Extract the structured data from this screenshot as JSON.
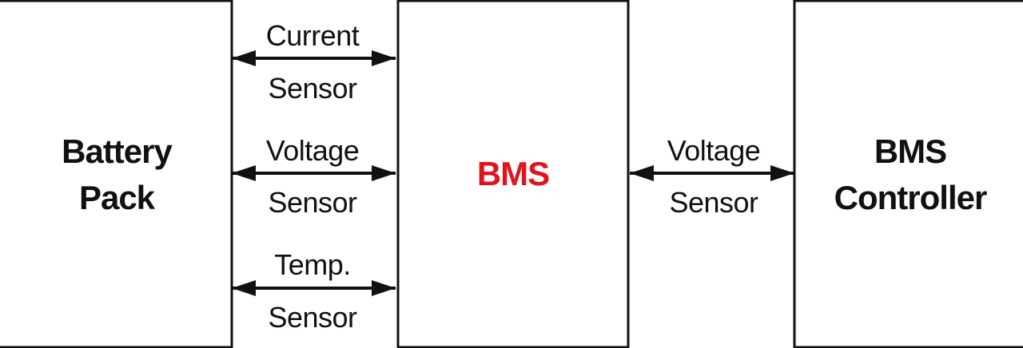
{
  "colors": {
    "stroke": "#111111",
    "text": "#111111",
    "accent": "#e0141e",
    "background": "#ffffff"
  },
  "boxes": {
    "battery": {
      "line1": "Battery",
      "line2": "Pack"
    },
    "bms": {
      "label": "BMS"
    },
    "controller": {
      "line1": "BMS",
      "line2": "Controller"
    }
  },
  "connections": {
    "current": {
      "line1": "Current",
      "line2": "Sensor"
    },
    "voltage_left": {
      "line1": "Voltage",
      "line2": "Sensor"
    },
    "temp": {
      "line1": "Temp.",
      "line2": "Sensor"
    },
    "voltage_right": {
      "line1": "Voltage",
      "line2": "Sensor"
    }
  }
}
